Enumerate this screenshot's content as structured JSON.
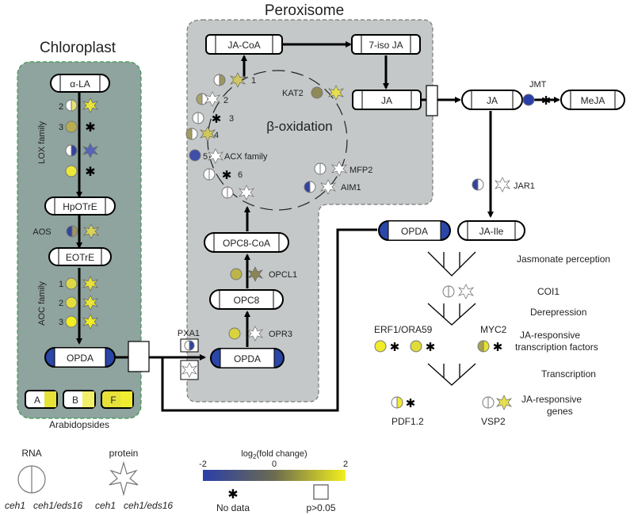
{
  "compartments": {
    "chloroplast": "Chloroplast",
    "peroxisome": "Peroxisome",
    "beta_oxidation": "β-oxidation"
  },
  "metabolites": {
    "alpha_la": "α-LA",
    "hpotre": "HpOTrE",
    "eotre": "EOTrE",
    "opda_chloroplast": "OPDA",
    "arabidopside_a": "A",
    "arabidopside_b": "B",
    "arabidopside_f": "F",
    "arabidopsides_label": "Arabidopsides",
    "ja_coa": "JA-CoA",
    "iso_ja": "7-iso JA",
    "ja_peroxisome": "JA",
    "opc8_coa": "OPC8-CoA",
    "opc8": "OPC8",
    "opda_peroxisome": "OPDA",
    "ja_cytosol": "JA",
    "meja": "MeJA",
    "opda_cytosol": "OPDA",
    "ja_ile": "JA-Ile"
  },
  "enzymes": {
    "lox_family": "LOX family",
    "lox_numbers": [
      "2",
      "3"
    ],
    "aos": "AOS",
    "aoc_family": "AOC family",
    "aoc_numbers": [
      "1",
      "2",
      "3"
    ],
    "acx_family": "ACX family",
    "acx_numbers": [
      "1",
      "2",
      "3",
      "4",
      "5",
      "6"
    ],
    "kat2": "KAT2",
    "mfp2": "MFP2",
    "aim1": "AIM1",
    "opcl1": "OPCL1",
    "opr3": "OPR3",
    "pxa1": "PXA1",
    "jmt": "JMT",
    "jar1": "JAR1"
  },
  "signaling": {
    "jasmonate_perception": "Jasmonate perception",
    "coi1": "COI1",
    "derepression": "Derepression",
    "erf1_ora59": "ERF1/ORA59",
    "myc2": "MYC2",
    "tf_line1": "JA-responsive",
    "tf_line2": "transcription factors",
    "transcription": "Transcription",
    "genes_line1": "JA-responsive",
    "genes_line2": "genes",
    "pdf12": "PDF1.2",
    "vsp2": "VSP2"
  },
  "legend": {
    "rna_title": "RNA",
    "protein_title": "protein",
    "rna_sub1": "ceh1",
    "rna_sub2": "ceh1/eds16",
    "protein_sub1": "ceh1",
    "protein_sub2": "ceh1/eds16",
    "scale_title_prefix": "log",
    "scale_title_sub": "2",
    "scale_title_suffix": "(fold change)",
    "scale_min": "-2",
    "scale_mid": "0",
    "scale_max": "2",
    "no_data": "No data",
    "not_significant": "p>0.05"
  },
  "colors": {
    "chloroplast_fill": "#8fa39f",
    "chloroplast_border": "#3a9a4a",
    "peroxisome_fill": "#c4c8c8",
    "scale_low": "#2b3fa8",
    "scale_mid": "#6b6b4f",
    "scale_high": "#f2ef1e"
  }
}
